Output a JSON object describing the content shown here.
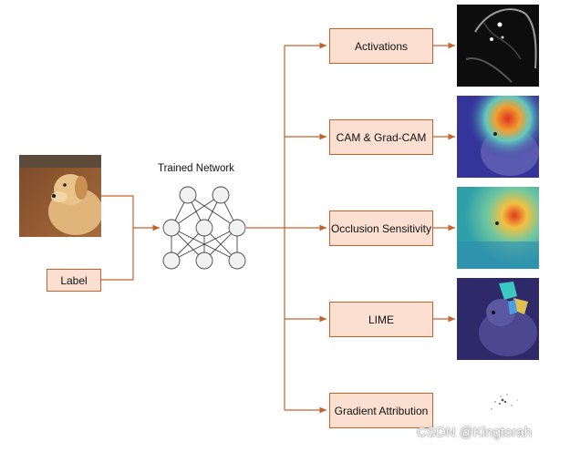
{
  "network_label": "Trained Network",
  "input_label": "Label",
  "methods": [
    {
      "label": "Activations",
      "thumb_icon": "activation-map-image"
    },
    {
      "label": "CAM & Grad-CAM",
      "thumb_icon": "gradcam-heatmap-image"
    },
    {
      "label": "Occlusion Sensitivity",
      "thumb_icon": "occlusion-heatmap-image"
    },
    {
      "label": "LIME",
      "thumb_icon": "lime-superpixel-image"
    },
    {
      "label": "Gradient Attribution",
      "thumb_icon": "gradient-attribution-image"
    }
  ],
  "watermark": "CSDN @Kingtorah",
  "colors": {
    "connector": "#c8602a",
    "box_fill": "#fbe0d2",
    "node_fill": "#f2f2f2"
  },
  "input_image_icon": "dog-photo-image"
}
